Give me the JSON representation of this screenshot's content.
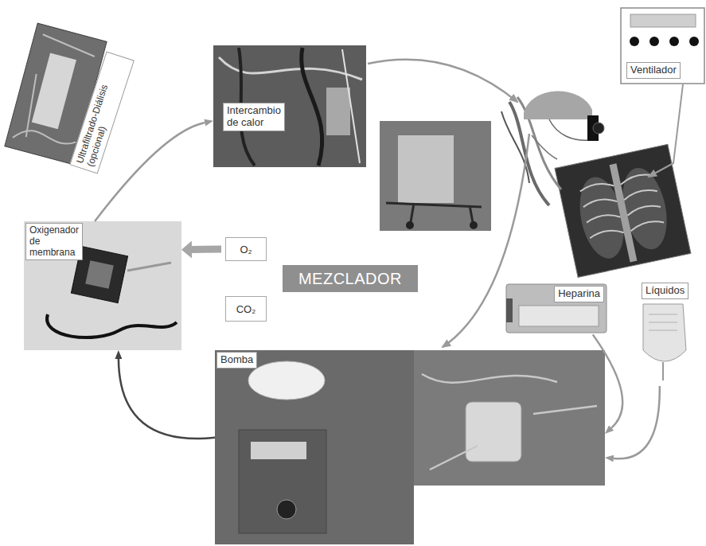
{
  "diagram": {
    "nodes": [
      {
        "text": [
          "Ultrafiltrado-Diálisis (opcional)"
        ]
      },
      {
        "text": [
          "Intercambio de calor"
        ]
      },
      {
        "text": [
          "Ventilador"
        ]
      },
      {
        "text": [
          "Oxigenador de membrana"
        ]
      },
      {
        "text": [
          "O₂"
        ]
      },
      {
        "text": [
          "CO₂"
        ]
      },
      {
        "text": [
          "MEZCLADOR"
        ]
      },
      {
        "text": [
          "Bomba"
        ]
      },
      {
        "text": [
          "Heparina"
        ]
      },
      {
        "text": [
          "Líquidos"
        ]
      }
    ],
    "edges": [
      {
        "from": 7,
        "to": 3,
        "arrow": "to"
      },
      {
        "from": 3,
        "to": 1,
        "arrow": "to"
      },
      {
        "from": 4,
        "to": 3,
        "arrow": "to"
      },
      {
        "from": 8,
        "to": 7,
        "arrow": "to"
      },
      {
        "from": 9,
        "to": 7,
        "arrow": "to"
      }
    ]
  }
}
